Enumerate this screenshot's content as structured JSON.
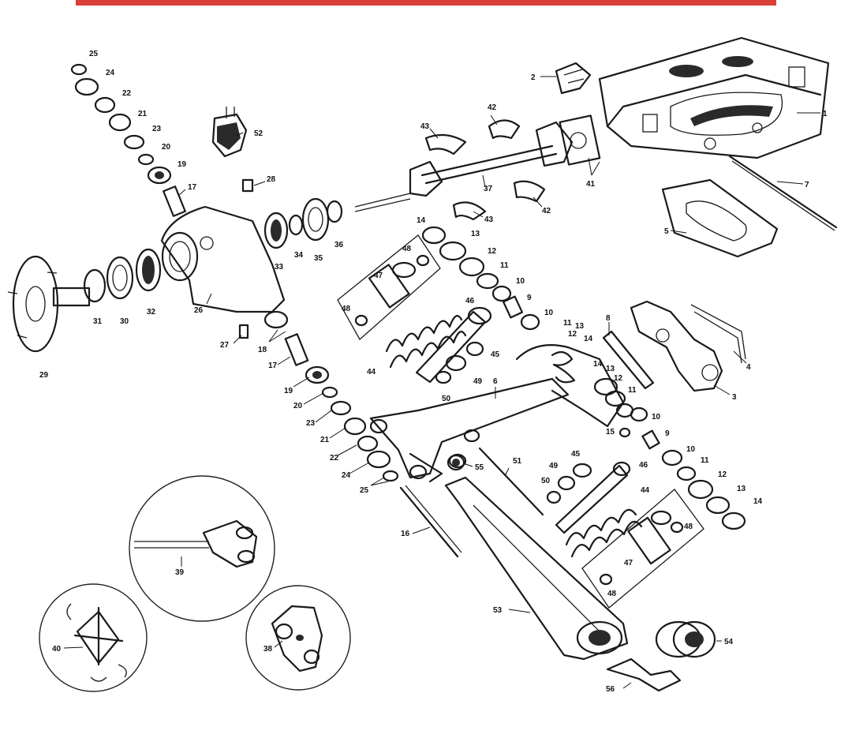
{
  "colors": {
    "top_bar": "#d9403a",
    "line": "#1a1a1a",
    "background": "#ffffff"
  },
  "labels": [
    {
      "id": "l1",
      "text": "1"
    },
    {
      "id": "l2",
      "text": "2"
    },
    {
      "id": "l3",
      "text": "3"
    },
    {
      "id": "l4",
      "text": "4"
    },
    {
      "id": "l5",
      "text": "5"
    },
    {
      "id": "l6",
      "text": "6"
    },
    {
      "id": "l7",
      "text": "7"
    },
    {
      "id": "l8",
      "text": "8"
    },
    {
      "id": "l9a",
      "text": "9"
    },
    {
      "id": "l9b",
      "text": "9"
    },
    {
      "id": "l10a",
      "text": "10"
    },
    {
      "id": "l10b",
      "text": "10"
    },
    {
      "id": "l10c",
      "text": "10"
    },
    {
      "id": "l10d",
      "text": "10"
    },
    {
      "id": "l11a",
      "text": "11"
    },
    {
      "id": "l11b",
      "text": "11"
    },
    {
      "id": "l11c",
      "text": "11"
    },
    {
      "id": "l11d",
      "text": "11"
    },
    {
      "id": "l12a",
      "text": "12"
    },
    {
      "id": "l12b",
      "text": "12"
    },
    {
      "id": "l12c",
      "text": "12"
    },
    {
      "id": "l12d",
      "text": "12"
    },
    {
      "id": "l13a",
      "text": "13"
    },
    {
      "id": "l13b",
      "text": "13"
    },
    {
      "id": "l13c",
      "text": "13"
    },
    {
      "id": "l13d",
      "text": "13"
    },
    {
      "id": "l14a",
      "text": "14"
    },
    {
      "id": "l14b",
      "text": "14"
    },
    {
      "id": "l14c",
      "text": "14"
    },
    {
      "id": "l14d",
      "text": "14"
    },
    {
      "id": "l15",
      "text": "15"
    },
    {
      "id": "l16",
      "text": "16"
    },
    {
      "id": "l17a",
      "text": "17"
    },
    {
      "id": "l17b",
      "text": "17"
    },
    {
      "id": "l18",
      "text": "18"
    },
    {
      "id": "l19a",
      "text": "19"
    },
    {
      "id": "l19b",
      "text": "19"
    },
    {
      "id": "l20a",
      "text": "20"
    },
    {
      "id": "l20b",
      "text": "20"
    },
    {
      "id": "l21a",
      "text": "21"
    },
    {
      "id": "l21b",
      "text": "21"
    },
    {
      "id": "l22a",
      "text": "22"
    },
    {
      "id": "l22b",
      "text": "22"
    },
    {
      "id": "l23a",
      "text": "23"
    },
    {
      "id": "l23b",
      "text": "23"
    },
    {
      "id": "l24a",
      "text": "24"
    },
    {
      "id": "l24b",
      "text": "24"
    },
    {
      "id": "l25a",
      "text": "25"
    },
    {
      "id": "l25b",
      "text": "25"
    },
    {
      "id": "l26",
      "text": "26"
    },
    {
      "id": "l27",
      "text": "27"
    },
    {
      "id": "l28",
      "text": "28"
    },
    {
      "id": "l29",
      "text": "29"
    },
    {
      "id": "l30",
      "text": "30"
    },
    {
      "id": "l31",
      "text": "31"
    },
    {
      "id": "l32",
      "text": "32"
    },
    {
      "id": "l33",
      "text": "33"
    },
    {
      "id": "l34",
      "text": "34"
    },
    {
      "id": "l35",
      "text": "35"
    },
    {
      "id": "l36",
      "text": "36"
    },
    {
      "id": "l37",
      "text": "37"
    },
    {
      "id": "l38",
      "text": "38"
    },
    {
      "id": "l39",
      "text": "39"
    },
    {
      "id": "l40",
      "text": "40"
    },
    {
      "id": "l41",
      "text": "41"
    },
    {
      "id": "l42a",
      "text": "42"
    },
    {
      "id": "l42b",
      "text": "42"
    },
    {
      "id": "l43a",
      "text": "43"
    },
    {
      "id": "l43b",
      "text": "43"
    },
    {
      "id": "l44a",
      "text": "44"
    },
    {
      "id": "l44b",
      "text": "44"
    },
    {
      "id": "l45a",
      "text": "45"
    },
    {
      "id": "l45b",
      "text": "45"
    },
    {
      "id": "l46a",
      "text": "46"
    },
    {
      "id": "l46b",
      "text": "46"
    },
    {
      "id": "l47a",
      "text": "47"
    },
    {
      "id": "l47b",
      "text": "47"
    },
    {
      "id": "l48a",
      "text": "48"
    },
    {
      "id": "l48b",
      "text": "48"
    },
    {
      "id": "l48c",
      "text": "48"
    },
    {
      "id": "l48d",
      "text": "48"
    },
    {
      "id": "l49a",
      "text": "49"
    },
    {
      "id": "l49b",
      "text": "49"
    },
    {
      "id": "l50a",
      "text": "50"
    },
    {
      "id": "l50b",
      "text": "50"
    },
    {
      "id": "l51",
      "text": "51"
    },
    {
      "id": "l52",
      "text": "52"
    },
    {
      "id": "l53",
      "text": "53"
    },
    {
      "id": "l54",
      "text": "54"
    },
    {
      "id": "l55",
      "text": "55"
    },
    {
      "id": "l56",
      "text": "56"
    }
  ]
}
